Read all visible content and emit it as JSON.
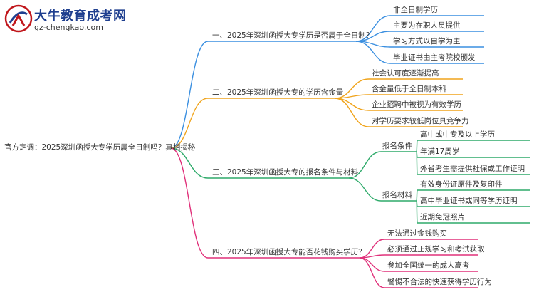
{
  "logo": {
    "title": "大牛教育成考网",
    "url": "gz-chengkao.com"
  },
  "root": "官方定调：2025深圳函授大专学历属全日制吗？真相揭秘",
  "branches": [
    {
      "color": "#3a8fe0",
      "label": "一、2025年深圳函授大专学历是否属于全日制？",
      "children": [
        "非全日制学历",
        "主要为在职人员提供",
        "学习方式以自学为主",
        "毕业证书由主考院校颁发"
      ]
    },
    {
      "color": "#f0a41c",
      "label": "二、2025年深圳函授大专的学历含金量",
      "children": [
        "社会认可度逐渐提高",
        "含金量低于全日制本科",
        "企业招聘中被视为有效学历",
        "对学历要求较低岗位具竞争力"
      ]
    },
    {
      "color": "#2eaa6a",
      "label": "三、2025年深圳函授大专的报名条件与材料",
      "groups": [
        {
          "label": "报名条件",
          "children": [
            "高中或中专及以上学历",
            "年满17周岁",
            "外省考生需提供社保或工作证明"
          ]
        },
        {
          "label": "报名材料",
          "children": [
            "有效身份证原件及复印件",
            "高中毕业证书或同等学历证明",
            "近期免冠照片"
          ]
        }
      ]
    },
    {
      "color": "#e0307a",
      "label": "四、2025年深圳函授大专能否花钱购买学历？",
      "children": [
        "无法通过金钱购买",
        "必须通过正规学习和考试获取",
        "参加全国统一的成人高考",
        "警惕不合法的快速获得学历行为"
      ]
    }
  ]
}
